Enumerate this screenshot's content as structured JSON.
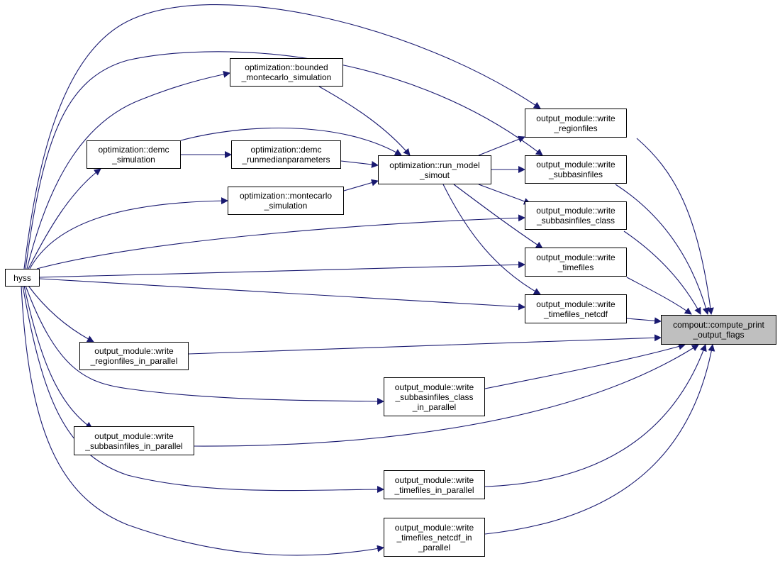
{
  "edge_color": "#191970",
  "target_fill": "#bfbfbf",
  "nodes": {
    "hyss": {
      "lines": [
        "hyss"
      ]
    },
    "bounded": {
      "lines": [
        "optimization::bounded",
        "_montecarlo_simulation"
      ]
    },
    "demc_sim": {
      "lines": [
        "optimization::demc",
        "_simulation"
      ]
    },
    "demc_run": {
      "lines": [
        "optimization::demc",
        "_runmedianparameters"
      ]
    },
    "run_model": {
      "lines": [
        "optimization::run_model",
        "_simout"
      ]
    },
    "montecarlo": {
      "lines": [
        "optimization::montecarlo",
        "_simulation"
      ]
    },
    "w_region": {
      "lines": [
        "output_module::write",
        "_regionfiles"
      ]
    },
    "w_subbasin": {
      "lines": [
        "output_module::write",
        "_subbasinfiles"
      ]
    },
    "w_subbasin_class": {
      "lines": [
        "output_module::write",
        "_subbasinfiles_class"
      ]
    },
    "w_time": {
      "lines": [
        "output_module::write",
        "_timefiles"
      ]
    },
    "w_time_netcdf": {
      "lines": [
        "output_module::write",
        "_timefiles_netcdf"
      ]
    },
    "compute": {
      "lines": [
        "compout::compute_print",
        "_output_flags"
      ]
    },
    "w_region_par": {
      "lines": [
        "output_module::write",
        "_regionfiles_in_parallel"
      ]
    },
    "w_subbasin_class_par": {
      "lines": [
        "output_module::write",
        "_subbasinfiles_class",
        "_in_parallel"
      ]
    },
    "w_subbasin_par": {
      "lines": [
        "output_module::write",
        "_subbasinfiles_in_parallel"
      ]
    },
    "w_time_par": {
      "lines": [
        "output_module::write",
        "_timefiles_in_parallel"
      ]
    },
    "w_time_netcdf_par": {
      "lines": [
        "output_module::write",
        "_timefiles_netcdf_in",
        "_parallel"
      ]
    }
  }
}
